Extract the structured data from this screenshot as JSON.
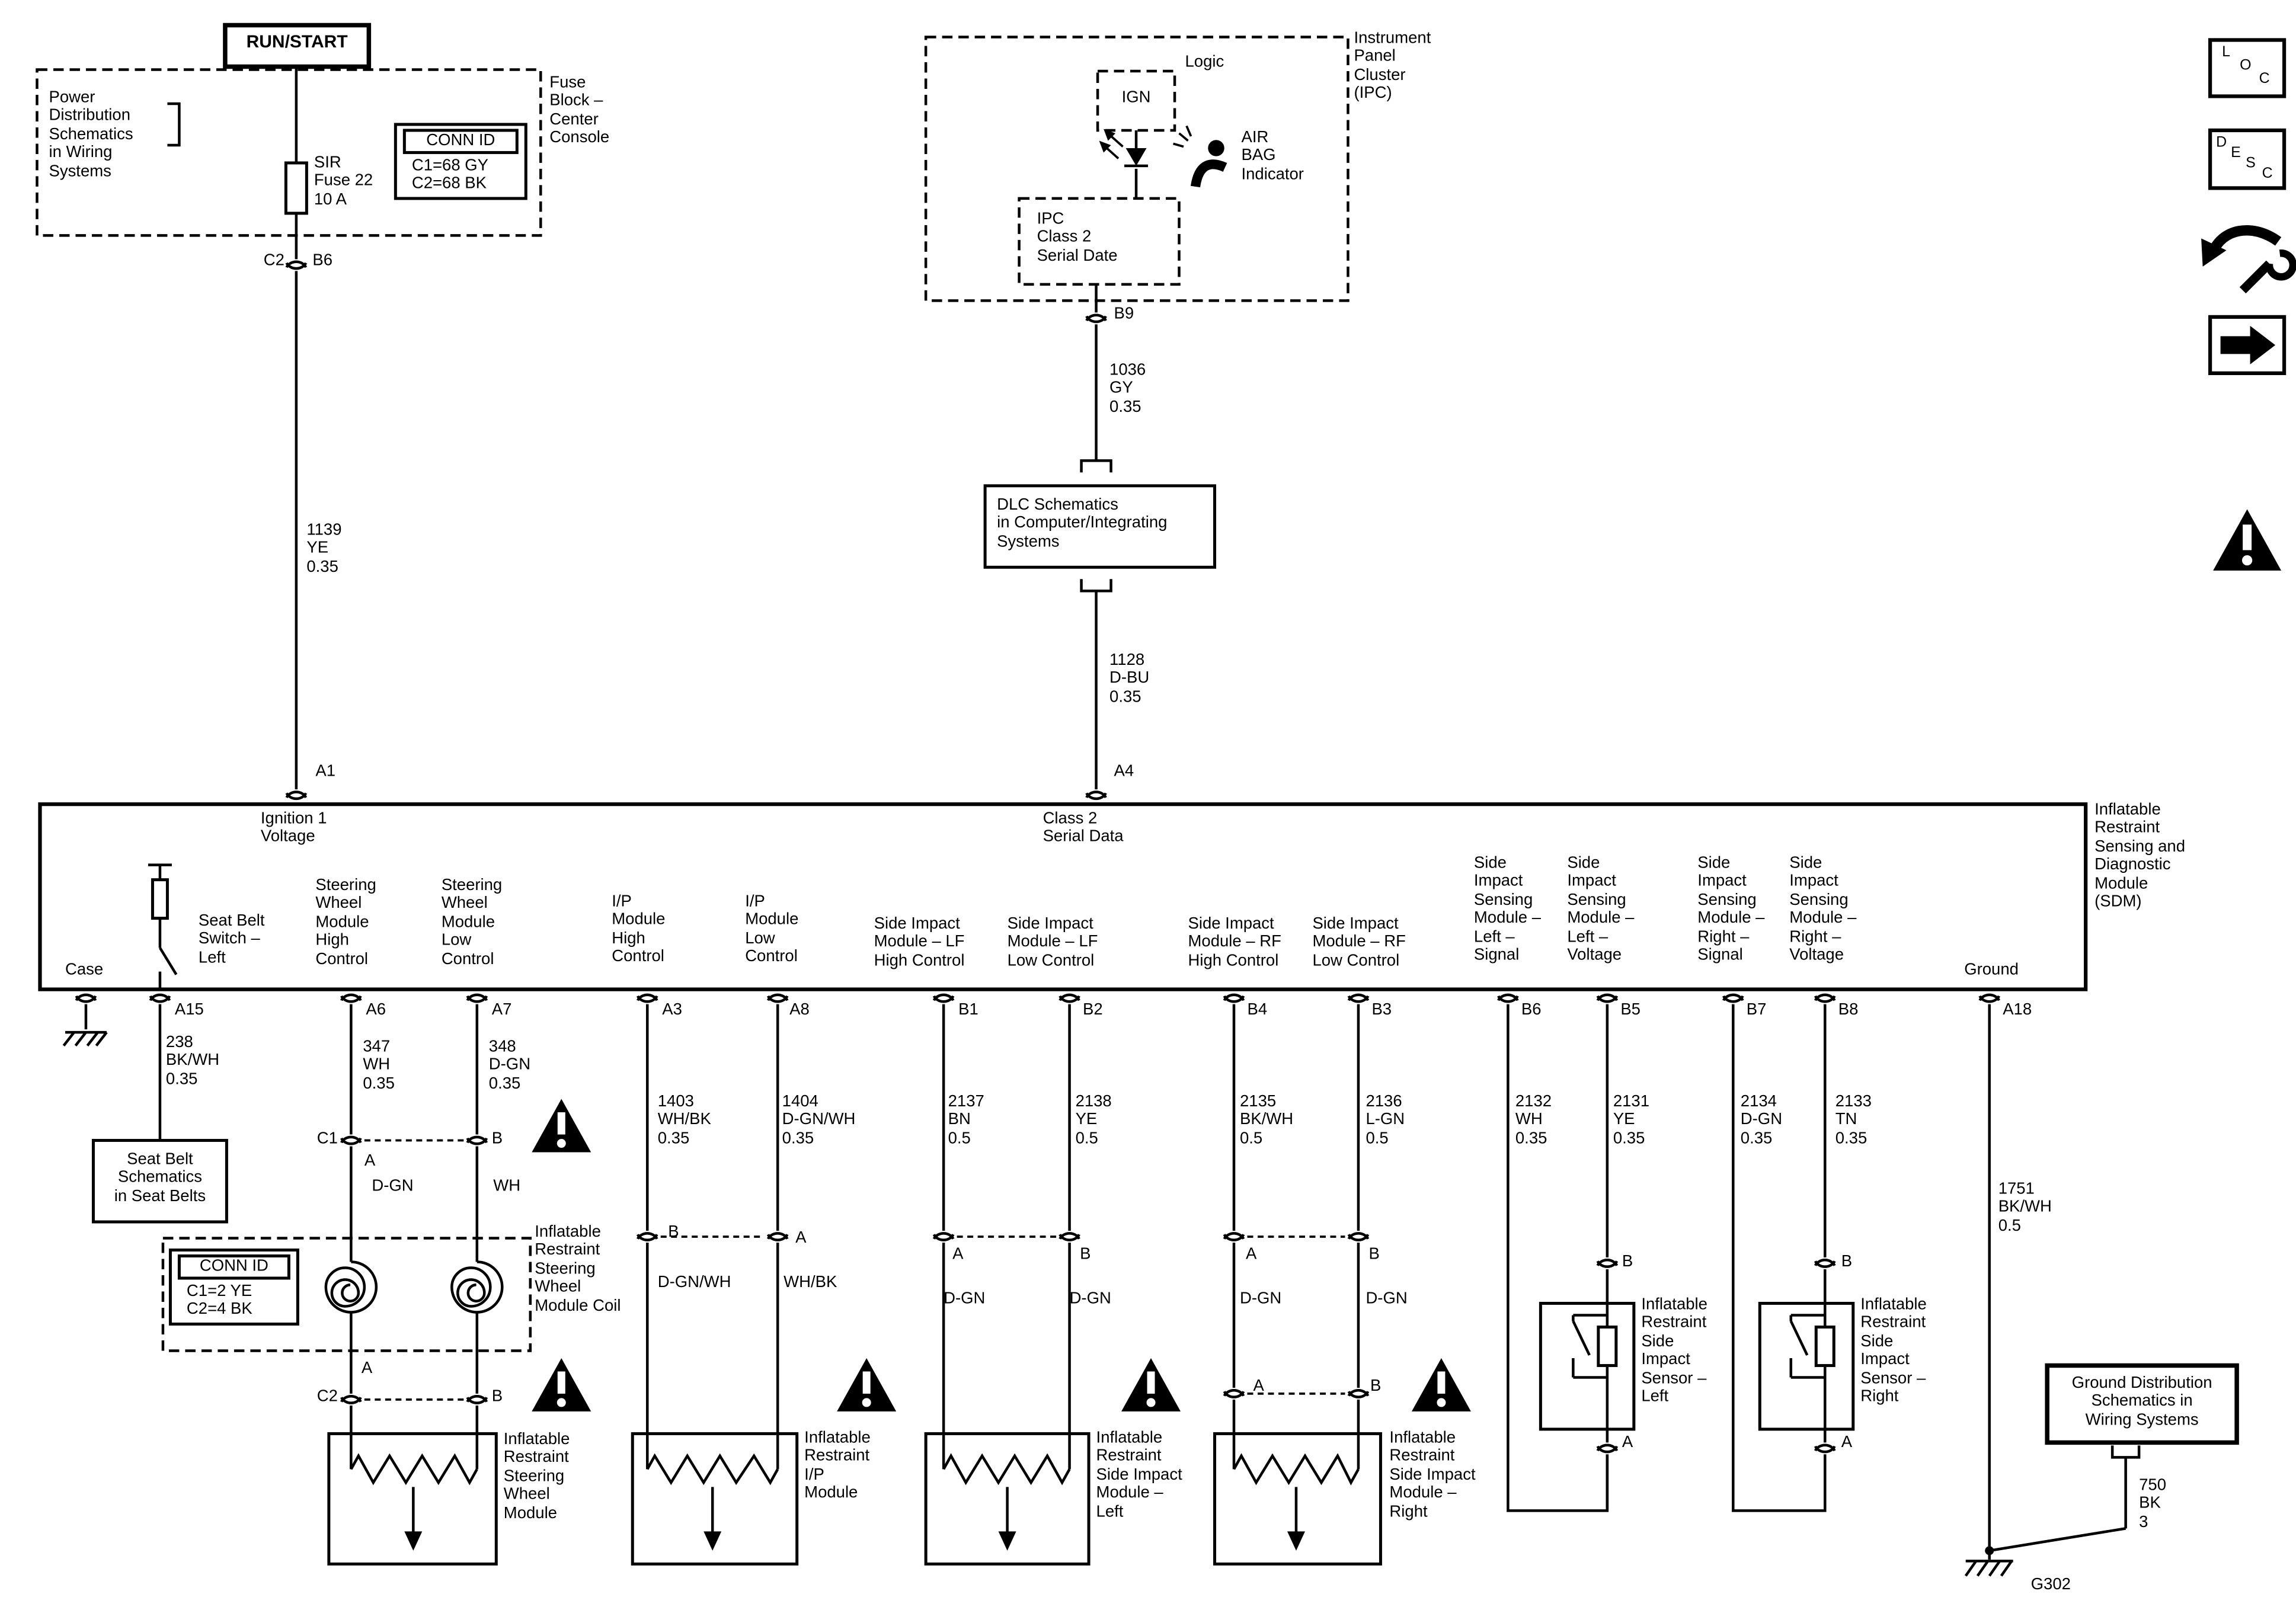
{
  "colors": {
    "ink": "#000000",
    "paper": "#ffffff"
  },
  "sidebar": {
    "loc": [
      "L",
      "O",
      "C"
    ],
    "desc": [
      "D",
      "E",
      "S",
      "C"
    ]
  },
  "power": {
    "run_start": "RUN/START",
    "schematics_note": "Power\nDistribution\nSchematics\nin Wiring\nSystems",
    "fuse_block": "Fuse\nBlock –\nCenter\nConsole",
    "fuse": "SIR\nFuse 22\n10 A",
    "conn_id_title": "CONN ID",
    "conn_id_values": "C1=68 GY\nC2=68 BK",
    "c2": "C2",
    "b6": "B6",
    "wire_1139": "1139\nYE\n0.35",
    "a1": "A1"
  },
  "ipc": {
    "title": "Instrument\nPanel\nCluster\n(IPC)",
    "logic": "Logic",
    "ign": "IGN",
    "airbag_indicator": "AIR\nBAG\nIndicator",
    "class2_box": "IPC\nClass 2\nSerial Date",
    "b9": "B9",
    "wire_1036": "1036\nGY\n0.35",
    "dlc_box": "DLC Schematics\nin Computer/Integrating\nSystems",
    "wire_1128": "1128\nD-BU\n0.35",
    "a4": "A4"
  },
  "sdm": {
    "title": "Inflatable\nRestraint\nSensing and\nDiagnostic\nModule\n(SDM)",
    "ignition": "Ignition 1\nVoltage",
    "class2": "Class 2\nSerial Data",
    "case": "Case",
    "seat_belt_switch": "Seat Belt\nSwitch –\nLeft",
    "pin_labels": [
      "Steering\nWheel\nModule\nHigh\nControl",
      "Steering\nWheel\nModule\nLow\nControl",
      "I/P\nModule\nHigh\nControl",
      "I/P\nModule\nLow\nControl",
      "Side Impact\nModule – LF\nHigh Control",
      "Side Impact\nModule – LF\nLow Control",
      "Side Impact\nModule – RF\nHigh Control",
      "Side Impact\nModule – RF\nLow Control",
      "Side\nImpact\nSensing\nModule –\nLeft –\nSignal",
      "Side\nImpact\nSensing\nModule –\nLeft –\nVoltage",
      "Side\nImpact\nSensing\nModule –\nRight –\nSignal",
      "Side\nImpact\nSensing\nModule –\nRight –\nVoltage",
      "Ground"
    ],
    "pin_ids": [
      "A15",
      "A6",
      "A7",
      "A3",
      "A8",
      "B1",
      "B2",
      "B4",
      "B3",
      "B6",
      "B5",
      "B7",
      "B8",
      "A18"
    ]
  },
  "wires": [
    "238\nBK/WH\n0.35",
    "347\nWH\n0.35",
    "348\nD-GN\n0.35",
    "1403\nWH/BK\n0.35",
    "1404\nD-GN/WH\n0.35",
    "2137\nBN\n0.5",
    "2138\nYE\n0.5",
    "2135\nBK/WH\n0.5",
    "2136\nL-GN\n0.5",
    "2132\nWH\n0.35",
    "2131\nYE\n0.35",
    "2134\nD-GN\n0.35",
    "2133\nTN\n0.35",
    "1751\nBK/WH\n0.5",
    "750\nBK\n3"
  ],
  "terminals": {
    "a": "A",
    "b": "B",
    "c1": "C1",
    "c2": "C2"
  },
  "wire_colors": {
    "d_gn": "D-GN",
    "wh": "WH",
    "d_gn_wh": "D-GN/WH",
    "wh_bk": "WH/BK"
  },
  "components": {
    "seat_belt_box": "Seat Belt\nSchematics\nin Seat Belts",
    "conn_id2_title": "CONN ID",
    "conn_id2_values": "C1=2 YE\nC2=4 BK",
    "coil": "Inflatable\nRestraint\nSteering\nWheel\nModule Coil",
    "swm": "Inflatable\nRestraint\nSteering\nWheel\nModule",
    "ip_module": "Inflatable\nRestraint\nI/P\nModule",
    "si_left": "Inflatable\nRestraint\nSide Impact\nModule –\nLeft",
    "si_right": "Inflatable\nRestraint\nSide Impact\nModule –\nRight",
    "sensor_left": "Inflatable\nRestraint\nSide\nImpact\nSensor –\nLeft",
    "sensor_right": "Inflatable\nRestraint\nSide\nImpact\nSensor –\nRight",
    "ground_dist": "Ground Distribution\nSchematics in\nWiring Systems",
    "g302": "G302"
  }
}
